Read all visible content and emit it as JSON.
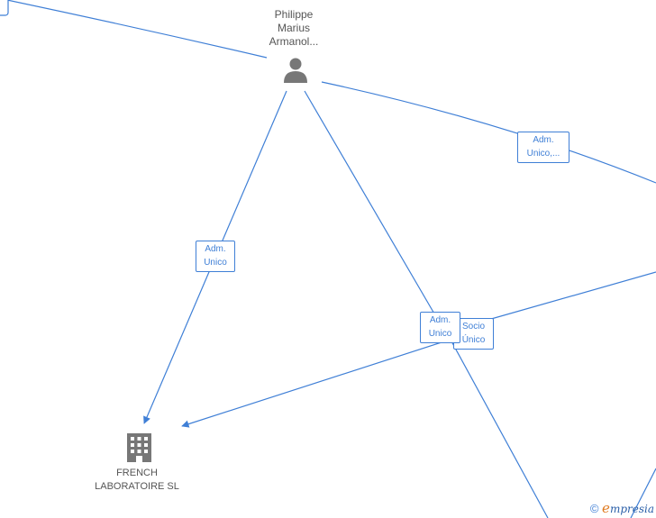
{
  "nodes": {
    "person": {
      "line1": "Philippe",
      "line2": "Marius",
      "line3": "Armanol...",
      "icon": "person-icon"
    },
    "company": {
      "line1": "FRENCH",
      "line2": "LABORATOIRE SL",
      "icon": "building-icon"
    }
  },
  "edge_labels": {
    "adm_unico_left": {
      "line1": "Adm.",
      "line2": "Unico"
    },
    "adm_unico_right": {
      "line1": "Adm.",
      "line2": "Unico,..."
    },
    "adm_unico_center": {
      "line1": "Adm.",
      "line2": "Unico"
    },
    "socio_unico": {
      "line1": "Socio",
      "line2": "Único"
    }
  },
  "footer": {
    "copyright": "©",
    "brand_e": "e",
    "brand_rest": "mpresia"
  },
  "colors": {
    "edge": "#3f7fd6",
    "node": "#777777",
    "text": "#555555"
  }
}
